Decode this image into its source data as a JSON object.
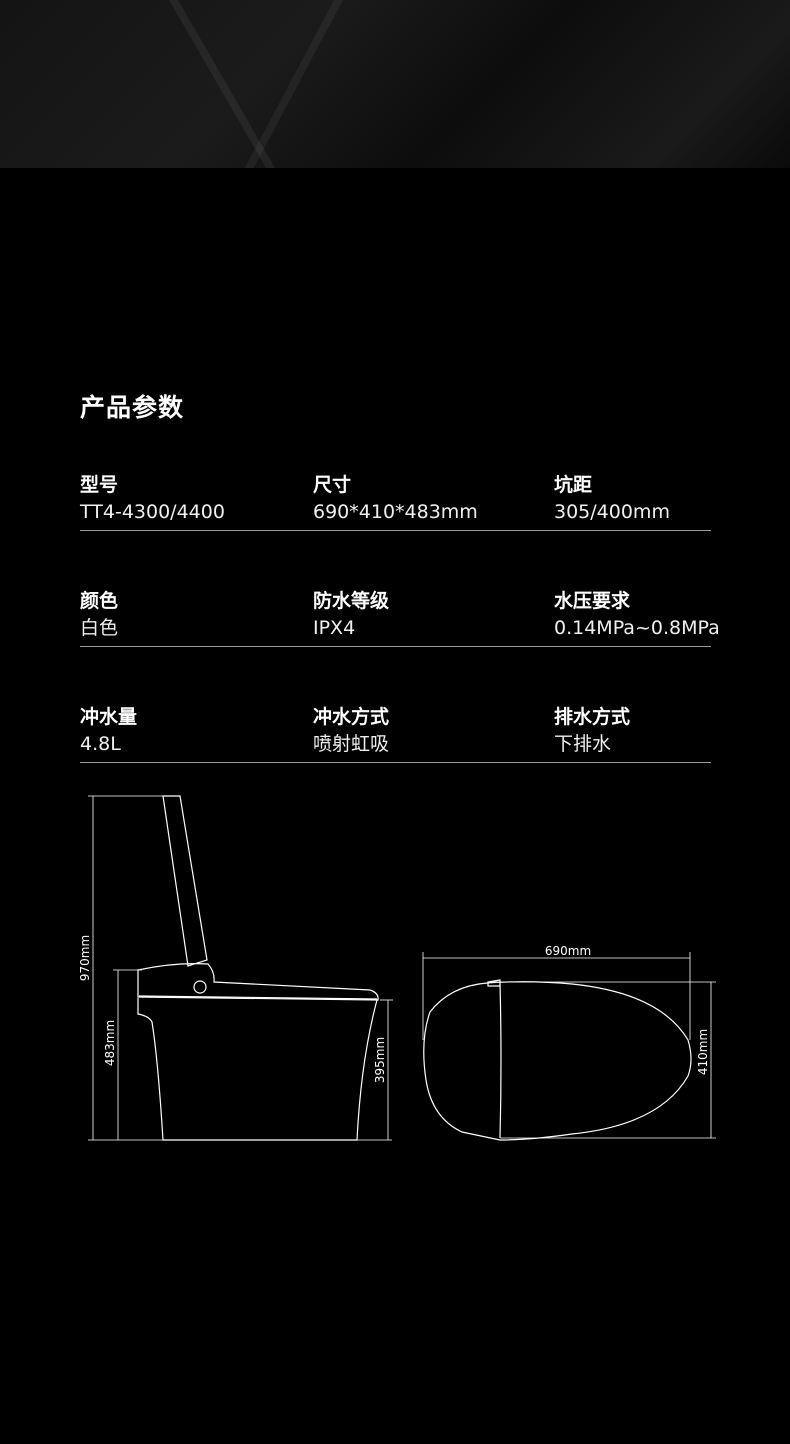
{
  "section_title": "产品参数",
  "specs": [
    [
      {
        "label": "型号",
        "value": "TT4-4300/4400"
      },
      {
        "label": "尺寸",
        "value": "690*410*483mm"
      },
      {
        "label": "坑距",
        "value": "305/400mm"
      }
    ],
    [
      {
        "label": "颜色",
        "value": "白色"
      },
      {
        "label": "防水等级",
        "value": "IPX4"
      },
      {
        "label": "水压要求",
        "value": "0.14MPa~0.8MPa"
      }
    ],
    [
      {
        "label": "冲水量",
        "value": "4.8L"
      },
      {
        "label": "冲水方式",
        "value": "喷射虹吸"
      },
      {
        "label": "排水方式",
        "value": "下排水"
      }
    ]
  ],
  "dimensions": {
    "total_height": "970mm",
    "seat_height": "483mm",
    "bowl_height": "395mm",
    "length": "690mm",
    "width": "410mm"
  }
}
